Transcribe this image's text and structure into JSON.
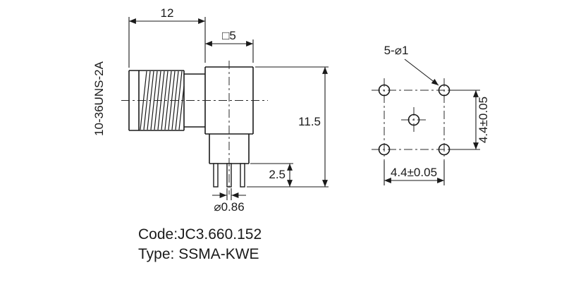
{
  "side_view": {
    "thread_label": "10-36UNS-2A",
    "dim_length": "12",
    "dim_body_square": "□5",
    "dim_total_height": "11.5",
    "dim_pin_length": "2.5",
    "dim_pin_diameter": "⌀0.86"
  },
  "hole_view": {
    "holes_label": "5-⌀1",
    "dim_pitch_x": "4.4±0.05",
    "dim_pitch_y": "4.4±0.05"
  },
  "caption": {
    "code": "Code:JC3.660.152",
    "type": "Type: SSMA-KWE"
  },
  "colors": {
    "line": "#1a1a1a",
    "background": "#ffffff"
  }
}
